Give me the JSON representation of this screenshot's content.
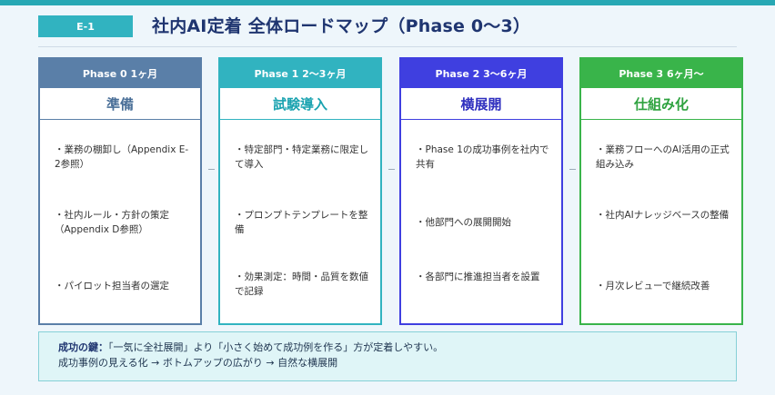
{
  "header": {
    "tag": "E-1",
    "title": "社内AI定着 全体ロードマップ（Phase 0〜3）"
  },
  "colors": {
    "accent": "#31b3c0",
    "title": "#1f3570",
    "phase0": "#5a7fa8",
    "phase1": "#31b3c0",
    "phase2": "#3f3fe0",
    "phase3": "#39b44a"
  },
  "phases": [
    {
      "header": "Phase 0  1ヶ月",
      "name": "準備",
      "items": [
        "・業務の棚卸し（Appendix E-2参照）",
        "・社内ルール・方針の策定（Appendix D参照）",
        "・パイロット担当者の選定"
      ]
    },
    {
      "header": "Phase 1  2〜3ヶ月",
      "name": "試験導入",
      "items": [
        "・特定部門・特定業務に限定して導入",
        "・プロンプトテンプレートを整備",
        "・効果測定：時間・品質を数値で記録"
      ]
    },
    {
      "header": "Phase 2  3〜6ヶ月",
      "name": "横展開",
      "items": [
        "・Phase 1の成功事例を社内で共有",
        "・他部門への展開開始",
        "・各部門に推進担当者を設置"
      ]
    },
    {
      "header": "Phase 3  6ヶ月〜",
      "name": "仕組み化",
      "items": [
        "・業務フローへのAI活用の正式組み込み",
        "・社内AIナレッジベースの整備",
        "・月次レビューで継続改善"
      ]
    }
  ],
  "note": {
    "lead": "成功の鍵：",
    "line1": "「一気に全社展開」より「小さく始めて成功例を作る」方が定着しやすい。",
    "line2": "成功事例の見える化 → ボトムアップの広がり → 自然な横展開"
  }
}
